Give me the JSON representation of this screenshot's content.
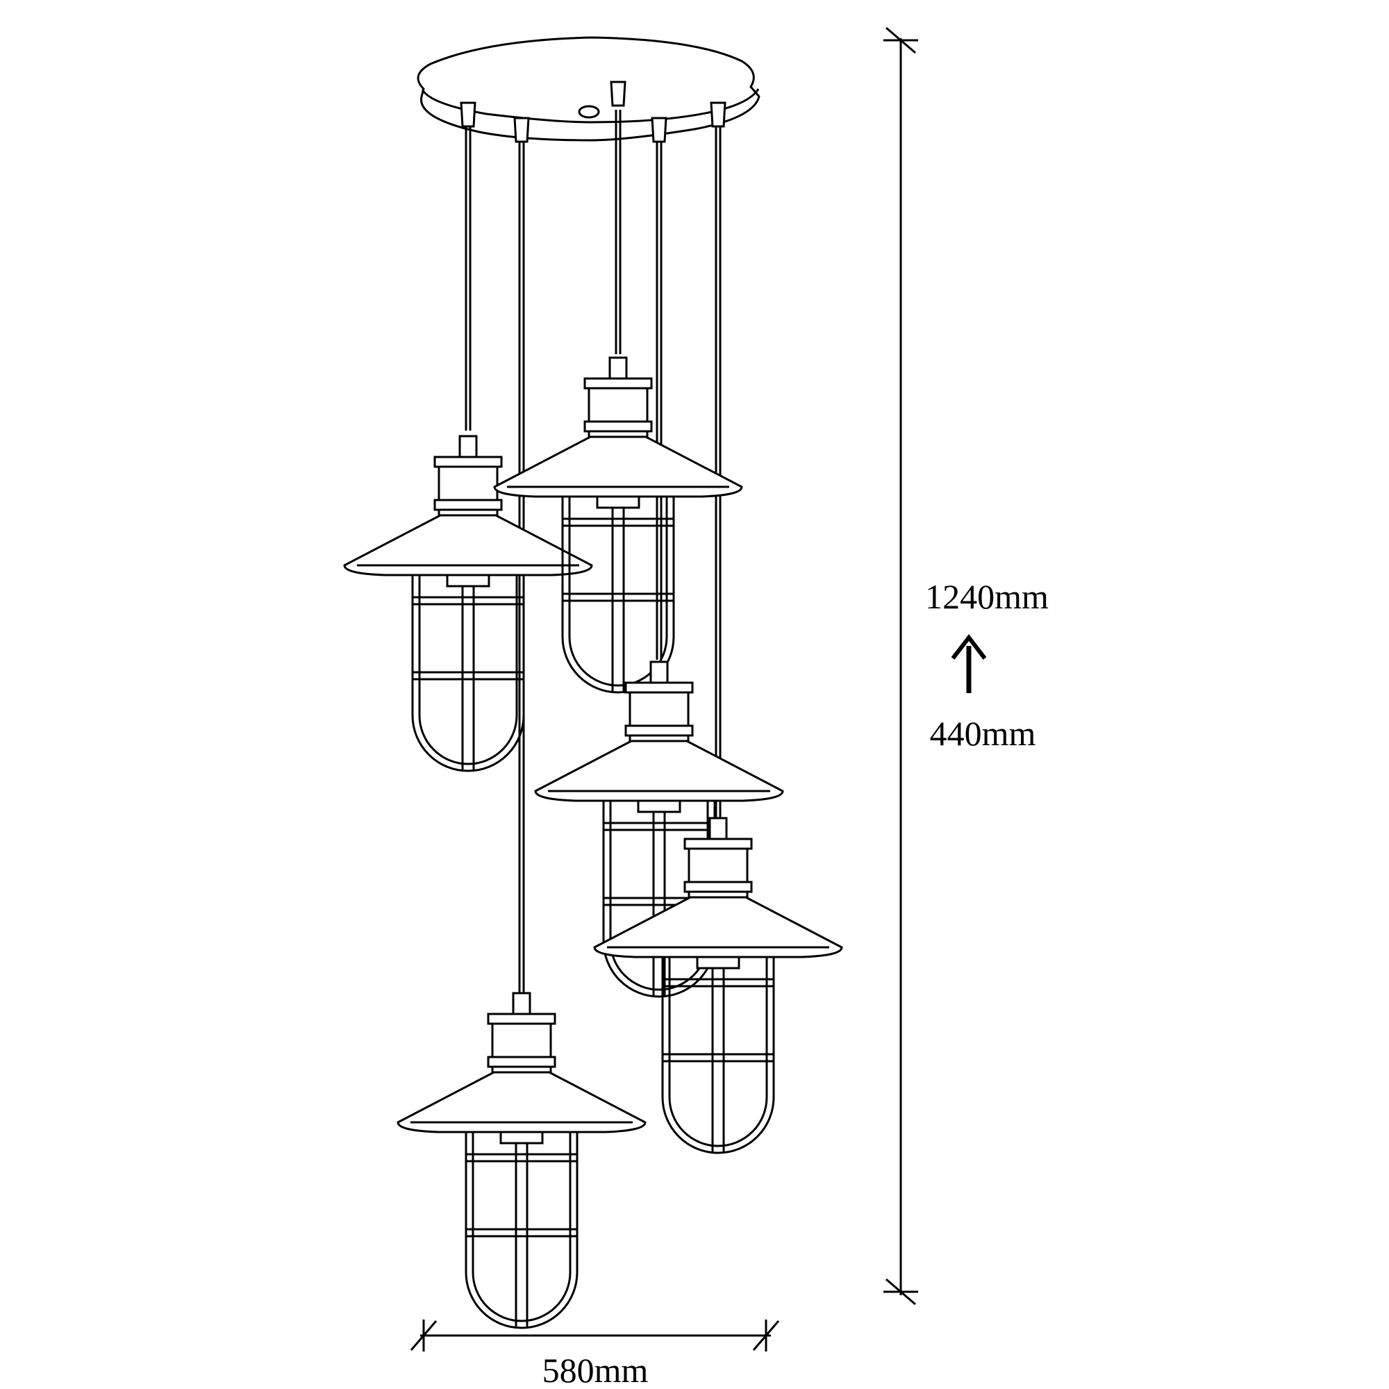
{
  "dimensions": {
    "height_max": "1240mm",
    "height_min": "440mm",
    "width": "580mm"
  },
  "pendants": [
    {
      "name": "pendant-left"
    },
    {
      "name": "pendant-center-upper"
    },
    {
      "name": "pendant-center-middle"
    },
    {
      "name": "pendant-right-lower"
    },
    {
      "name": "pendant-bottom"
    }
  ],
  "icons": {
    "adjust_arrow": "arrow-up-icon"
  },
  "colors": {
    "line": "#000000",
    "background": "#ffffff"
  }
}
